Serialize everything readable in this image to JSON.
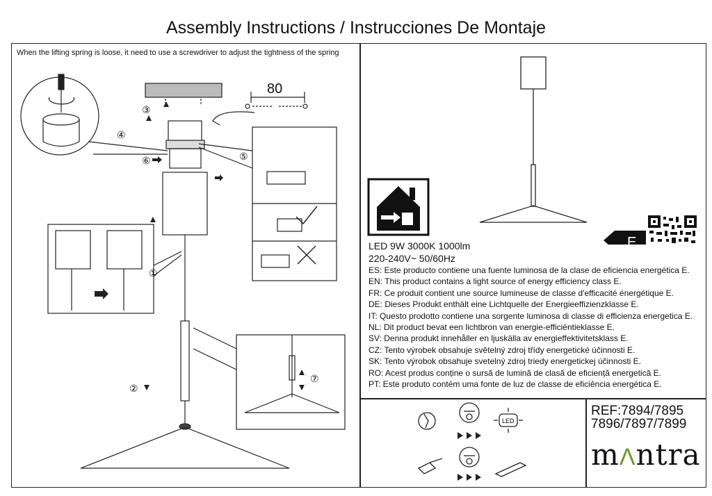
{
  "title": "Assembly Instructions / Instrucciones De Montaje",
  "note": "When the lifting spring is loose, it need to use a screwdriver to adjust the tightness of the spring",
  "dimension": "80",
  "steps": [
    "①",
    "②",
    "③",
    "④",
    "⑤",
    "⑥",
    "⑦"
  ],
  "energy_label": {
    "class_letter": "E",
    "led_spec": "LED 9W 3000K 1000lm",
    "voltage": "220-240V~ 50/60Hz",
    "statements": [
      "ES: Este producto contiene una fuente luminosa de la clase de eficiencia energética E.",
      "EN: This product contains a light source of energy efficiency class E.",
      "FR: Ce produit contient une source lumineuse de classe d'efficacité énergétique E.",
      "DE: Dieses Produkt enthält eine Lichtquelle der Energieeffizienzklasse E.",
      "IT: Questo prodotto contiene una sorgente luminosa di classe di efficienza energetica E.",
      "NL: Dit product bevat een lichtbron van energie-efficiëntieklasse E.",
      "SV: Denna produkt innehåller en ljuskälla av energieffektivitetsklass E.",
      "CZ: Tento výrobek obsahuje světelný zdroj třídy energetické účinnosti E.",
      "SK: Tento výrobok obsahuje svetelný zdroj triedy energetickej účinnosti E.",
      "RO: Acest produs conține o sursă de lumină de clasă de eficiență energetică E.",
      "PT: Este produto contém uma fonte de luz de classe de eficiência energética E."
    ]
  },
  "icons": {
    "led_badge": "LED"
  },
  "ref": {
    "line1": "REF:7894/7895",
    "line2": "7896/7897/7899"
  },
  "brand": {
    "before": "m",
    "mark": "A",
    "after": "ntra",
    "accent": "#6a9a2a"
  }
}
